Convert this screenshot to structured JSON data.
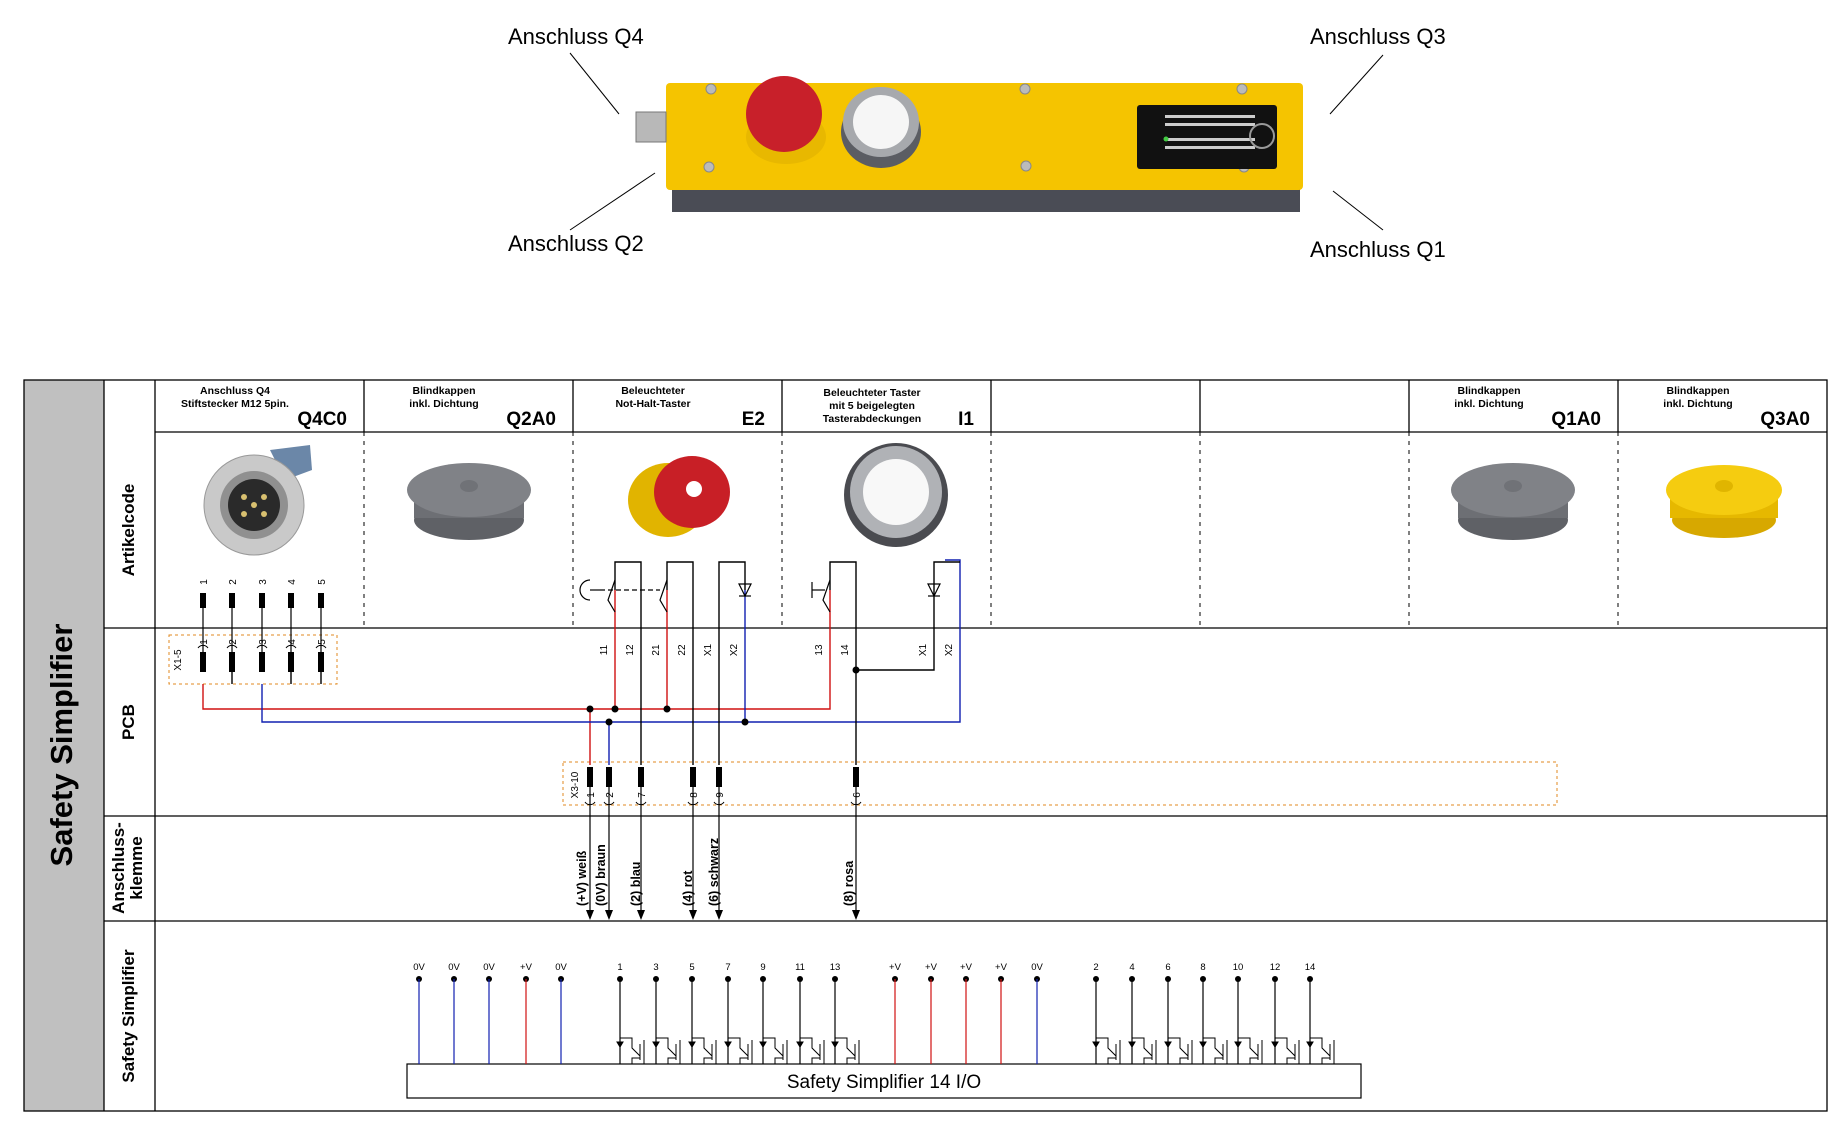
{
  "callouts": {
    "q4": "Anschluss Q4",
    "q3": "Anschluss Q3",
    "q2": "Anschluss Q2",
    "q1": "Anschluss Q1"
  },
  "side_title": "Safety Simplifier",
  "row_labels": {
    "artikelcode": "Artikelcode",
    "pcb": "PCB",
    "anschluss_line1": "Anschluss-",
    "anschluss_line2": "klemme",
    "safety": "Safety Simplifier"
  },
  "columns": [
    {
      "desc": [
        "Anschluss Q4",
        "Stiftstecker M12 5pin."
      ],
      "code": "Q4C0"
    },
    {
      "desc": [
        "Blindkappen",
        "inkl. Dichtung"
      ],
      "code": "Q2A0"
    },
    {
      "desc": [
        "Beleuchteter",
        "Not-Halt-Taster"
      ],
      "code": "E2"
    },
    {
      "desc": [
        "Beleuchteter Taster",
        "mit 5 beigelegten",
        "Tasterabdeckungen"
      ],
      "code": "I1"
    },
    {
      "desc": [],
      "code": ""
    },
    {
      "desc": [],
      "code": ""
    },
    {
      "desc": [
        "Blindkappen",
        "inkl. Dichtung"
      ],
      "code": "Q1A0"
    },
    {
      "desc": [
        "Blindkappen",
        "inkl. Dichtung"
      ],
      "code": "Q3A0"
    }
  ],
  "connector_x1": {
    "label": "X1-5",
    "pins": [
      "1",
      "2",
      "3",
      "4",
      "5"
    ]
  },
  "e2_contacts": [
    "11",
    "12",
    "21",
    "22",
    "X1",
    "X2"
  ],
  "i1_contacts": [
    "13",
    "14",
    "X1",
    "X2"
  ],
  "connector_x3": {
    "label": "X3-10",
    "pins": [
      "1",
      "2",
      "7",
      "8",
      "9",
      "6"
    ]
  },
  "wires": [
    "(+V) weiß",
    "(0V) braun",
    "(2) blau",
    "(4) rot",
    "(6) schwarz",
    "(8) rosa"
  ],
  "simplifier": {
    "title": "Safety Simplifier 14 I/O",
    "terminals": [
      "0V",
      "0V",
      "0V",
      "+V",
      "0V",
      "1",
      "3",
      "5",
      "7",
      "9",
      "11",
      "13",
      "+V",
      "+V",
      "+V",
      "+V",
      "0V",
      "2",
      "4",
      "6",
      "8",
      "10",
      "12",
      "14"
    ]
  },
  "colors": {
    "positive": "#d01010",
    "ground": "#1020b0",
    "accent_box": "#e08a20",
    "housing": "#f5c400",
    "side_bg": "#c0c0c0"
  }
}
